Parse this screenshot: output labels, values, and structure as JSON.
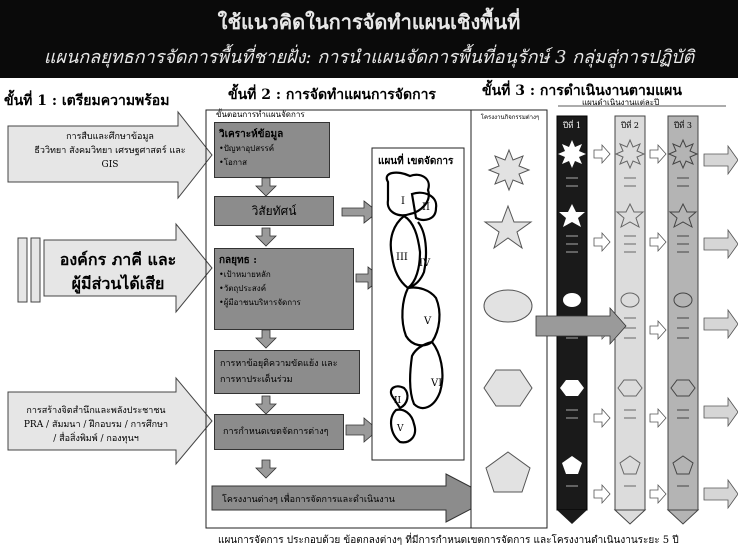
{
  "header": {
    "title": "ใช้แนวคิดในการจัดทำแผนเชิงพื้นที่",
    "subtitle": "แผนกลยุทธการจัดการพื้นที่ชายฝั่ง: การนำแผนจัดการพื้นที่อนุรักษ์ 3 กลุ่มสู่การปฏิบัติ"
  },
  "steps": {
    "step1": "ขั้นที่ 1 : เตรียมความพร้อม",
    "step2": "ขั้นที่ 2 : การจัดทำแผนการจัดการ",
    "step2_sub": "ขั้นตอนการทำแผนจัดการ",
    "step3": "ขั้นที่ 3 : การดำเนินงานตามแผน"
  },
  "left": {
    "box1_line1": "การสืบและศึกษาข้อมูล",
    "box1_line2": "ธีววิทยา สังคมวิทยา เศรษฐศาสตร์ และ",
    "box1_line3": "GIS",
    "box2_line1": "องค์กร ภาคี และ",
    "box2_line2": "ผู้มีส่วนได้เสีย",
    "box3_line1": "การสร้างจิตสำนึกและพลังประชาชน",
    "box3_line2": "PRA / สัมมนา / ฝึกอบรม / การศึกษา",
    "box3_line3": "/ สื่อสิ่งพิมพ์ / กองทุนฯ"
  },
  "process": {
    "analysis_title": "วิเคราะห์ข้อมูล",
    "analysis_b1": "•ปัญหาอุปสรรค์",
    "analysis_b2": "•โอกาส",
    "vision": "วิสัยทัศน์",
    "strategy_title": "กลยุทธ :",
    "strategy_b1": "•เป้าหมายหลัก",
    "strategy_b2": "•วัตถุประสงค์",
    "strategy_b3": "•ผู้มีอาชนบริหารจัดการ",
    "conflict_line1": "การหาข้อยุติความขัดแย้ง และ",
    "conflict_line2": "การหาประเด็นร่วม",
    "zoning": "การกำหนดเขตจัดการต่างๆ",
    "projects": "โครงงานต่างๆ เพื่อการจัดการและดำเนินงาน"
  },
  "map": {
    "title": "แผนที่ เขตจัดการ",
    "zones": [
      "I",
      "II",
      "III",
      "IV",
      "V",
      "VI",
      "II",
      "V"
    ]
  },
  "implementation": {
    "projects_col": "โครงงานกิจกรรมต่างๆ",
    "yearly_plan": "แผนดำเนินงานแต่ละปี",
    "year1": "ปีที่ 1",
    "year2": "ปีที่ 2",
    "year3": "ปีที่ 3"
  },
  "footer": "แผนการจัดการ ประกอบด้วย ข้อตกลงต่างๆ ที่มีการกำหนดเขตการจัดการ และโครงงานดำเนินงานระยะ 5 ปี",
  "colors": {
    "banner": "#0a0a0a",
    "dark_box": "#8c8c8c",
    "light_box": "#e2e2e2",
    "year1": "#1a1a1a",
    "year2": "#dcdcdc",
    "year3": "#b4b4b4"
  }
}
